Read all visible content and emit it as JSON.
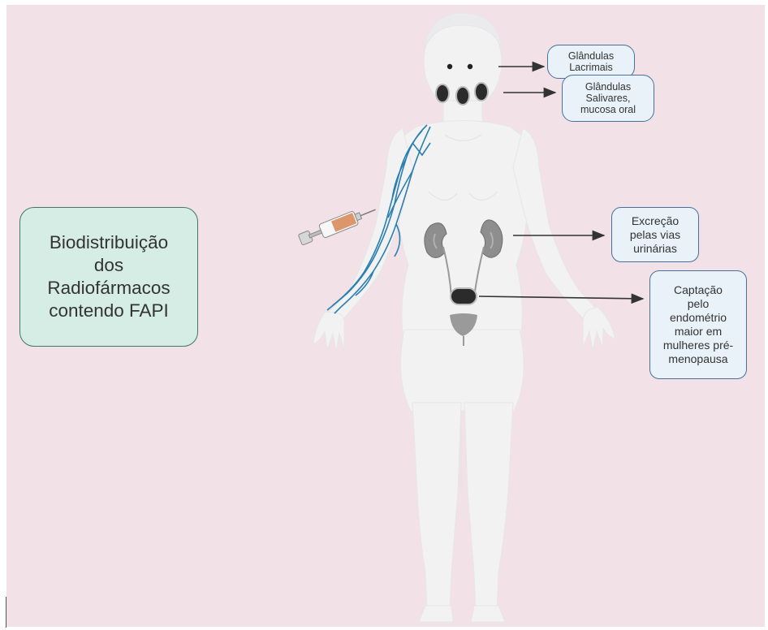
{
  "title": "Biodistribuição\ndos\nRadiofármacos\ncontendo FAPI",
  "labels": {
    "lacrimal": "Glândulas\nLacrimais",
    "salivary": "Glândulas\nSalivares,\nmucosa oral",
    "urinary": "Excreção\npelas vias\nurinárias",
    "endometrium": "Captação\npelo\nendométrio\nmaior em\nmulheres pré-\nmenopausa"
  },
  "colors": {
    "background": "#f2e1e7",
    "title_fill": "#d6ede6",
    "title_border": "#3e7a66",
    "label_fill": "#e9f2f8",
    "label_border": "#4a6f9a",
    "body": "#f2f2f3",
    "vein": "#2a7fb0",
    "organ_dark": "#2b2b2b",
    "kidney": "#8a8a8a",
    "arrow": "#333333"
  },
  "icons": [
    "human-body-icon",
    "syringe-icon",
    "kidney-icon",
    "bladder-icon",
    "uterus-icon",
    "vein-network-icon"
  ]
}
